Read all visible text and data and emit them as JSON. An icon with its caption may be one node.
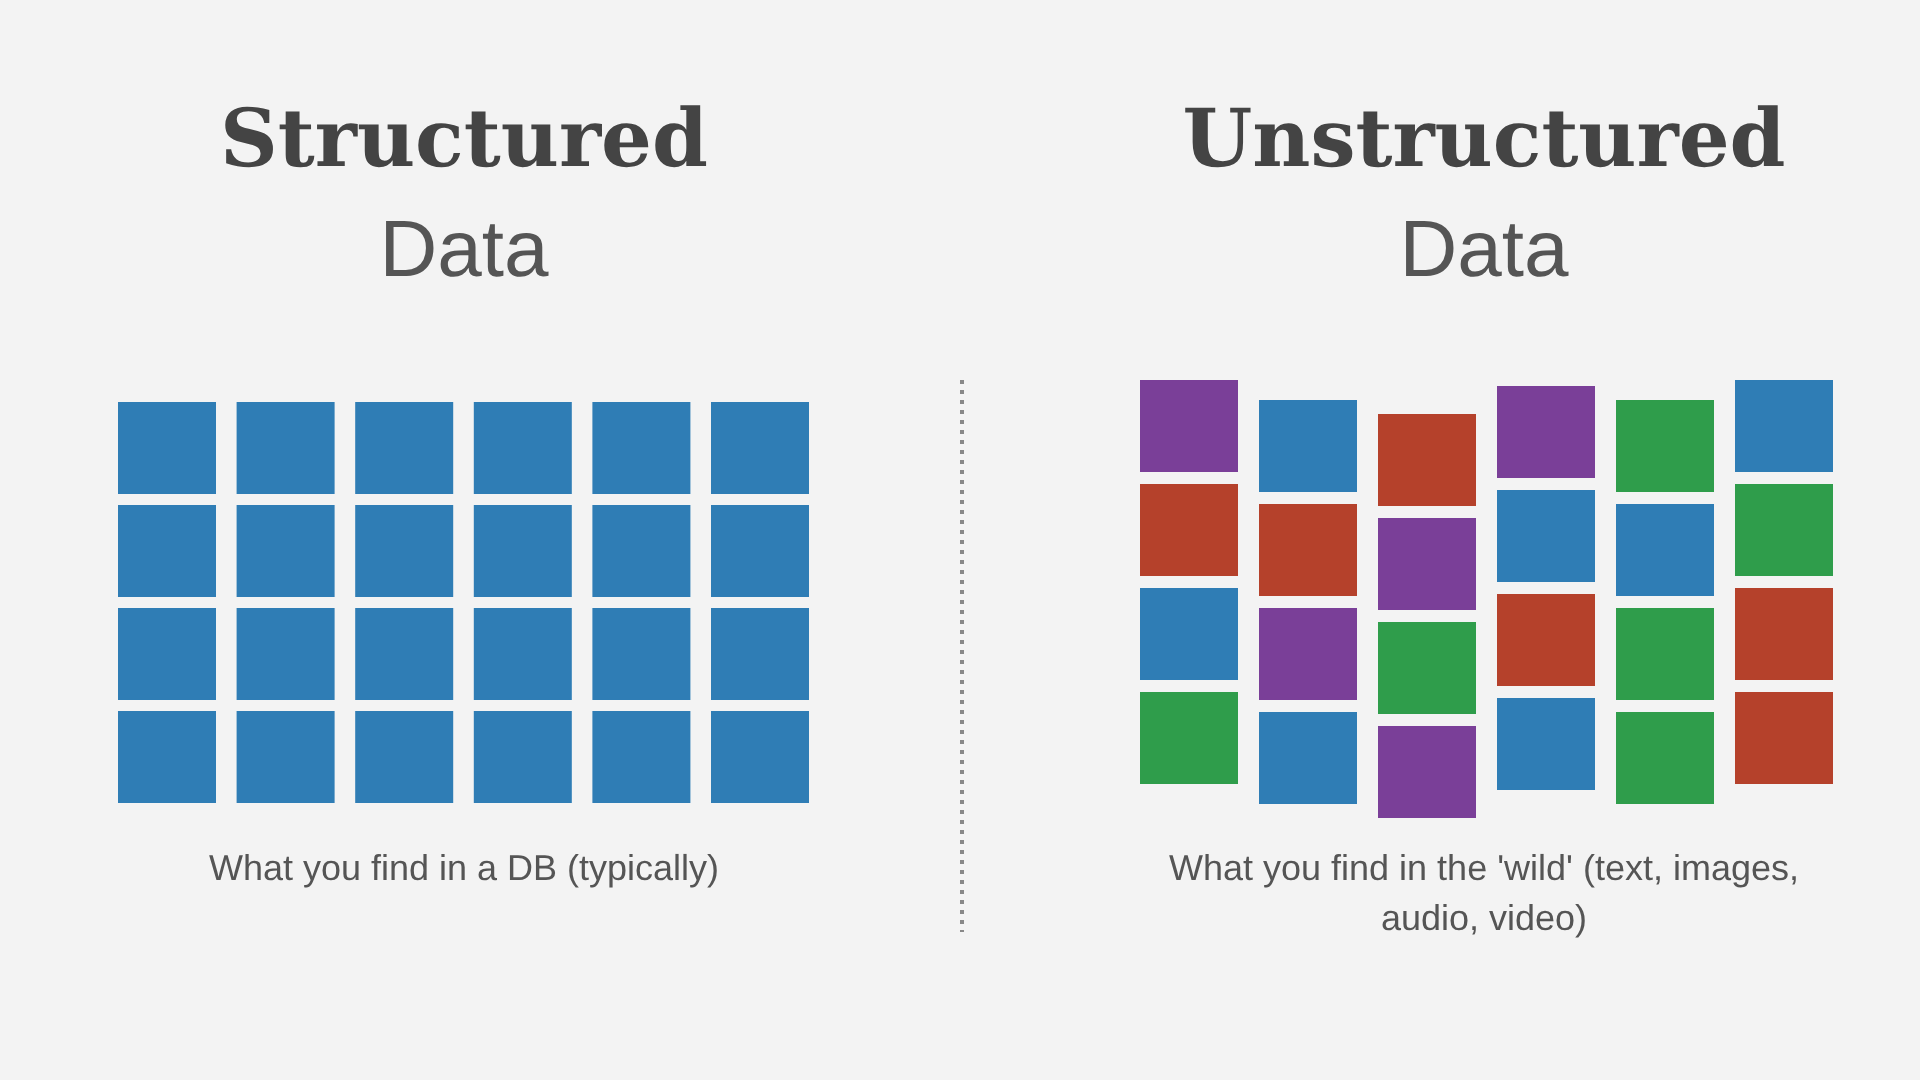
{
  "diagram": {
    "labels": [
      "Structured",
      "Data",
      "What you find in a DB (typically)",
      "Unstructured",
      "Data",
      "What you find in the 'wild' (text, images, audio, video)"
    ]
  }
}
